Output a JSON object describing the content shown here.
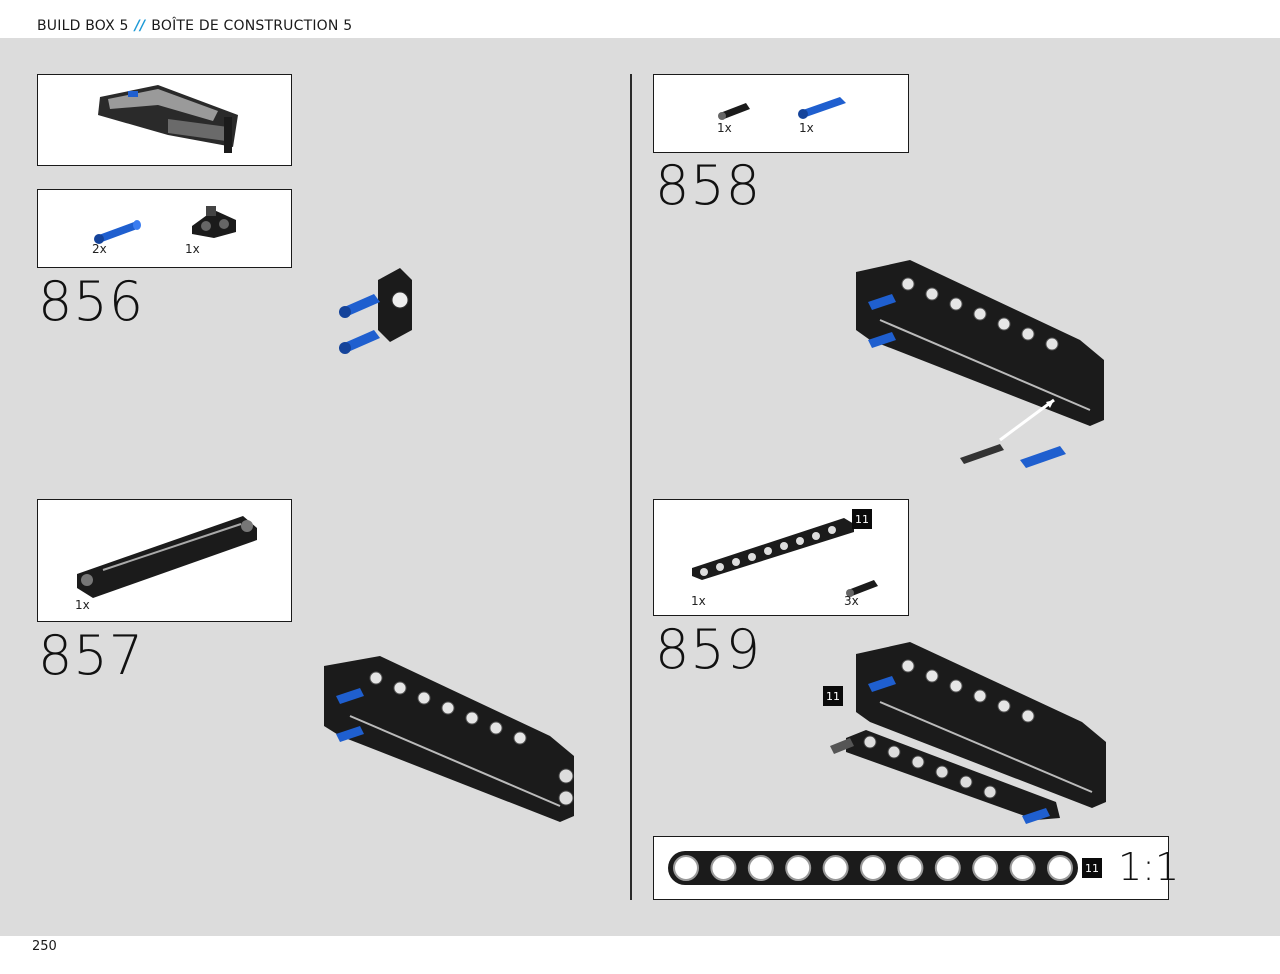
{
  "header": {
    "left": "BUILD BOX 5",
    "separator": "//",
    "right": "BOÎTE DE CONSTRUCTION 5"
  },
  "footer": {
    "page_number": "250"
  },
  "steps": [
    {
      "number": "856",
      "parts": [
        {
          "qty": "2x",
          "part": "blue-pin"
        },
        {
          "qty": "1x",
          "part": "black-connector"
        }
      ]
    },
    {
      "number": "857",
      "parts": [
        {
          "qty": "1x",
          "part": "black-panel"
        }
      ]
    },
    {
      "number": "858",
      "parts": [
        {
          "qty": "1x",
          "part": "black-pin"
        },
        {
          "qty": "1x",
          "part": "blue-pin"
        }
      ]
    },
    {
      "number": "859",
      "parts": [
        {
          "qty": "1x",
          "part": "beam-11"
        },
        {
          "qty": "3x",
          "part": "black-pin"
        }
      ],
      "badge": "11"
    }
  ],
  "callout": {
    "badge": "11"
  },
  "scale_ruler": {
    "badge": "11",
    "scale": "1:1"
  },
  "colors": {
    "accent": "#1e9ad6",
    "lego_blue": "#1f5fcf",
    "lego_black": "#1b1b1b",
    "background": "#dcdcdc"
  }
}
